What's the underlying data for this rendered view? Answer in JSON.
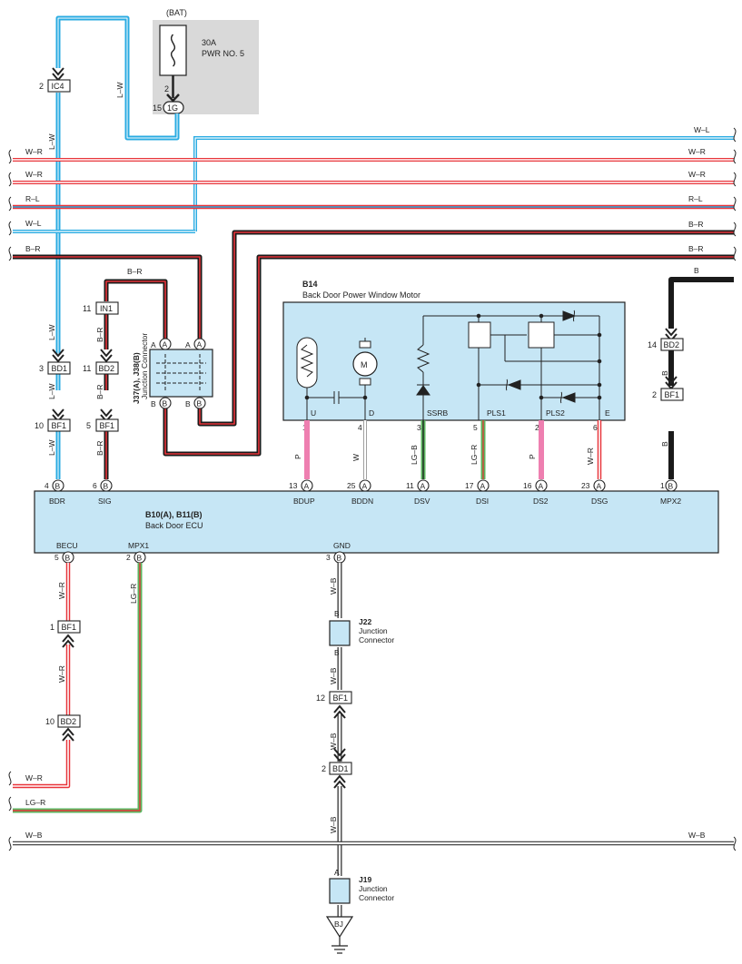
{
  "power": {
    "bat_label": "(BAT)",
    "fuse_rating": "30A",
    "fuse_name": "PWR NO. 5",
    "fuse_pin": "2",
    "conn_1g_pin": "15",
    "conn_1g": "1G",
    "bg_color": "#d9d9d9"
  },
  "harness_lines": [
    {
      "label": "W–L",
      "side": "right"
    },
    {
      "label": "W–R",
      "side": "both"
    },
    {
      "label": "W–R",
      "side": "both"
    },
    {
      "label": "R–L",
      "side": "both"
    },
    {
      "label": "W–L",
      "side": "left"
    },
    {
      "label": "B–R",
      "side": "right"
    },
    {
      "label": "B–R",
      "side": "both"
    },
    {
      "label": "W–B",
      "side": "both"
    }
  ],
  "wire_labels": {
    "lw": "L–W",
    "br": "B–R",
    "wr": "W–R",
    "lgr": "LG–R",
    "wb": "W–B",
    "b": "B",
    "p": "P",
    "w": "W",
    "lgb": "LG–B"
  },
  "connectors": {
    "ic4": {
      "pin": "2",
      "name": "IC4"
    },
    "bd1_left": {
      "pin": "3",
      "name": "BD1"
    },
    "bf1_left": {
      "pin": "10",
      "name": "BF1"
    },
    "in1": {
      "pin": "11",
      "name": "IN1"
    },
    "bd2_mid": {
      "pin": "11",
      "name": "BD2"
    },
    "bf1_mid": {
      "pin": "5",
      "name": "BF1"
    },
    "bd2_right": {
      "pin": "14",
      "name": "BD2"
    },
    "bf1_right": {
      "pin": "2",
      "name": "BF1"
    },
    "bf1_lower": {
      "pin": "1",
      "name": "BF1"
    },
    "bd2_lower": {
      "pin": "10",
      "name": "BD2"
    },
    "bf1_gnd": {
      "pin": "12",
      "name": "BF1"
    },
    "bd1_gnd": {
      "pin": "2",
      "name": "BD1"
    }
  },
  "junction": {
    "code": "J37(A), J38(B)",
    "name": "Junction Connector",
    "pin_a": "A",
    "pin_b": "B"
  },
  "motor": {
    "code": "B14",
    "name": "Back Door Power Window Motor",
    "pins": [
      {
        "num": "1",
        "name": "U"
      },
      {
        "num": "4",
        "name": "D"
      },
      {
        "num": "3",
        "name": "SSRB"
      },
      {
        "num": "5",
        "name": "PLS1"
      },
      {
        "num": "2",
        "name": "PLS2"
      },
      {
        "num": "6",
        "name": "E"
      }
    ],
    "motor_symbol": "M",
    "bg_color": "#c6e6f5"
  },
  "ecu": {
    "code": "B10(A), B11(B)",
    "name": "Back Door ECU",
    "top_pins": [
      {
        "num": "4",
        "conn": "B",
        "name": "BDR"
      },
      {
        "num": "6",
        "conn": "B",
        "name": "SIG"
      },
      {
        "num": "13",
        "conn": "A",
        "name": "BDUP"
      },
      {
        "num": "25",
        "conn": "A",
        "name": "BDDN"
      },
      {
        "num": "11",
        "conn": "A",
        "name": "DSV"
      },
      {
        "num": "17",
        "conn": "A",
        "name": "DSI"
      },
      {
        "num": "16",
        "conn": "A",
        "name": "DS2"
      },
      {
        "num": "23",
        "conn": "A",
        "name": "DSG"
      },
      {
        "num": "1",
        "conn": "B",
        "name": "MPX2"
      }
    ],
    "bottom_pins": [
      {
        "num": "5",
        "conn": "B",
        "name": "BECU"
      },
      {
        "num": "2",
        "conn": "B",
        "name": "MPX1"
      },
      {
        "num": "3",
        "conn": "B",
        "name": "GND"
      }
    ],
    "bg_color": "#c6e6f5"
  },
  "j22": {
    "code": "J22",
    "name1": "Junction",
    "name2": "Connector"
  },
  "j19": {
    "code": "J19",
    "name1": "Junction",
    "name2": "Connector",
    "pin": "A"
  },
  "ground": {
    "name": "BJ"
  },
  "colors": {
    "blue": "#29abe2",
    "red": "#e8343a",
    "pink": "#ee7fb0",
    "green": "#5bb55f",
    "black": "#1a1a1a"
  }
}
